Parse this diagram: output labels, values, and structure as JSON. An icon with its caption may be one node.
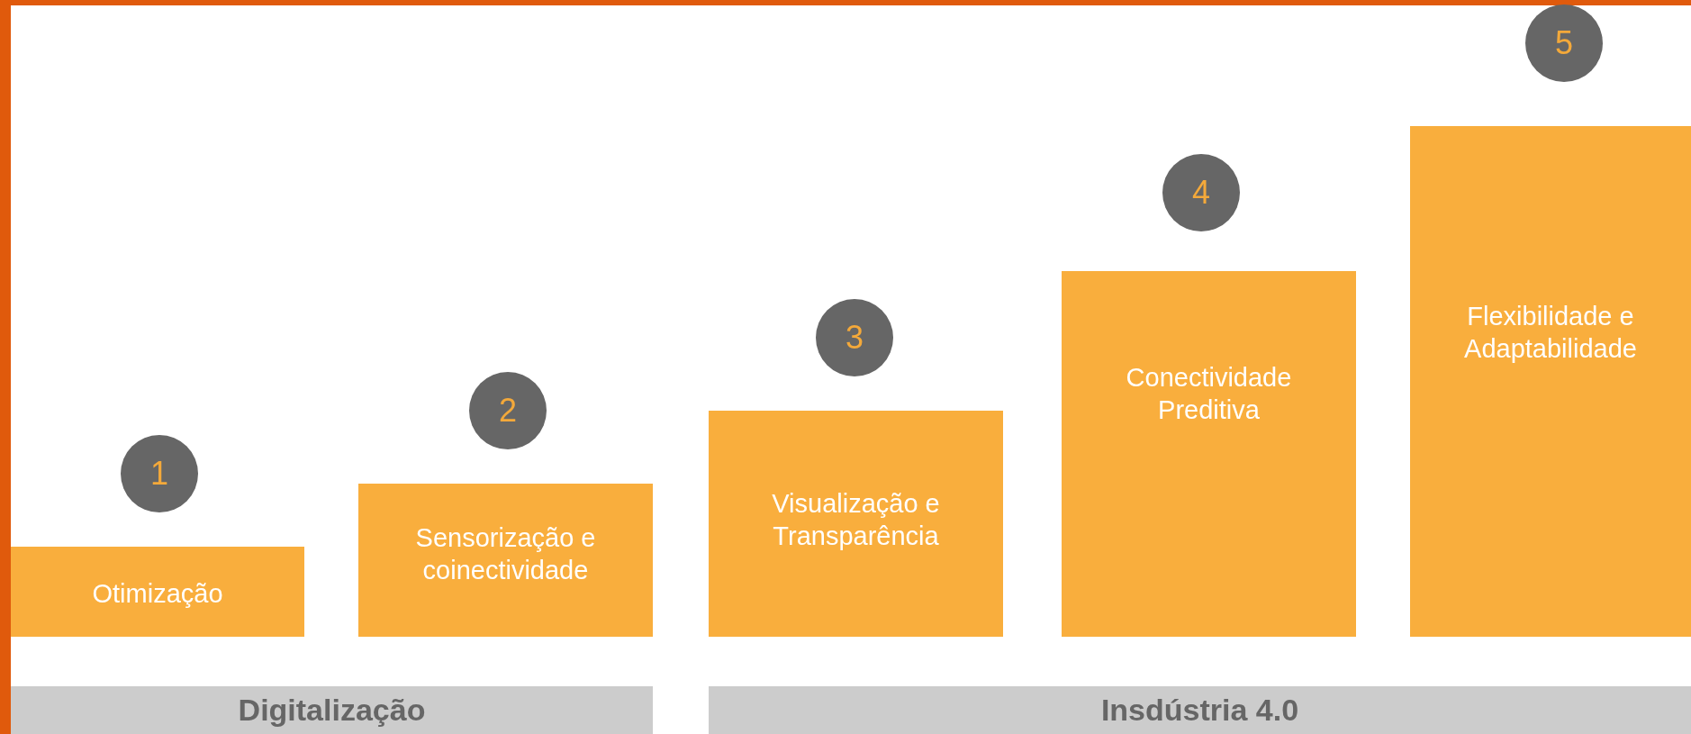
{
  "diagram": {
    "nodes": [
      {
        "text": [
          "1"
        ]
      },
      {
        "text": [
          "Otimização"
        ]
      },
      {
        "text": [
          "2"
        ]
      },
      {
        "text": [
          "Sensorização e coinectividade"
        ]
      },
      {
        "text": [
          "3"
        ]
      },
      {
        "text": [
          "Visualização e Transparência"
        ]
      },
      {
        "text": [
          "4"
        ]
      },
      {
        "text": [
          "Conectividade Preditiva"
        ]
      },
      {
        "text": [
          "5"
        ]
      },
      {
        "text": [
          "Flexibilidade e Adaptabilidade"
        ]
      },
      {
        "text": [
          "Digitalização"
        ]
      },
      {
        "text": [
          "Insdústria 4.0"
        ]
      }
    ]
  }
}
